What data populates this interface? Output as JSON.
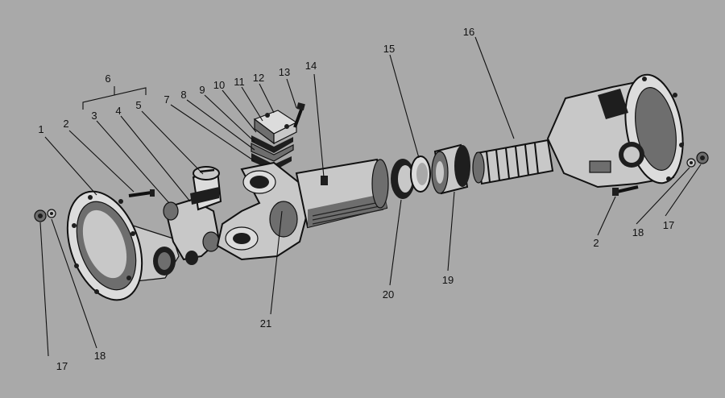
{
  "callouts": {
    "n1": "1",
    "n2_left": "2",
    "n3": "3",
    "n4": "4",
    "n5": "5",
    "n6": "6",
    "n7": "7",
    "n8": "8",
    "n9": "9",
    "n10": "10",
    "n11": "11",
    "n12": "12",
    "n13": "13",
    "n14": "14",
    "n15": "15",
    "n16": "16",
    "n17_left": "17",
    "n18_left": "18",
    "n19": "19",
    "n20": "20",
    "n21": "21",
    "n2_right": "2",
    "n18_right": "18",
    "n17_right": "17"
  }
}
